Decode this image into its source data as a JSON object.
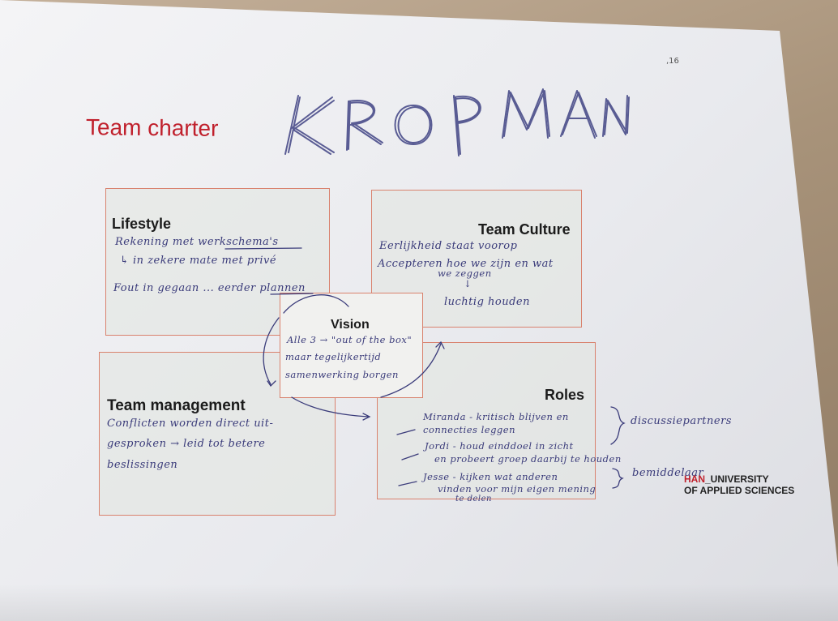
{
  "photo": {
    "kropman_text": "KROPMAN",
    "small_mark": ",16",
    "title": "Team charter",
    "logo": {
      "han": "HAN",
      "university": "_UNIVERSITY",
      "line2": "OF APPLIED SCIENCES"
    }
  },
  "lifestyle": {
    "heading": "Lifestyle",
    "notes": [
      "Rekening met werkschema's",
      "↳ in zekere mate met privé",
      "Fout in gegaan ... eerder plannen"
    ]
  },
  "team_culture": {
    "heading": "Team Culture",
    "notes": [
      "Eerlijkheid staat voorop",
      "Accepteren hoe we zijn en wat",
      "we zeggen",
      "↓",
      "luchtig houden"
    ]
  },
  "vision": {
    "heading": "Vision",
    "notes": [
      "Alle 3 → \"out of the box\"",
      "maar tegelijkertijd",
      "samenwerking borgen"
    ]
  },
  "team_management": {
    "heading": "Team management",
    "notes": [
      "Conflicten worden direct uit-",
      "gesproken → leid tot betere",
      "beslissingen"
    ]
  },
  "roles": {
    "heading": "Roles",
    "notes": [
      "Miranda - kritisch blijven en",
      "connecties leggen",
      "Jordi - houd einddoel in zicht",
      "en probeert groep daarbij te houden",
      "Jesse - kijken wat anderen",
      "vinden voor mijn eigen mening",
      "te delen"
    ],
    "side_labels": [
      "discussiepartners",
      "bemiddelaar"
    ]
  }
}
